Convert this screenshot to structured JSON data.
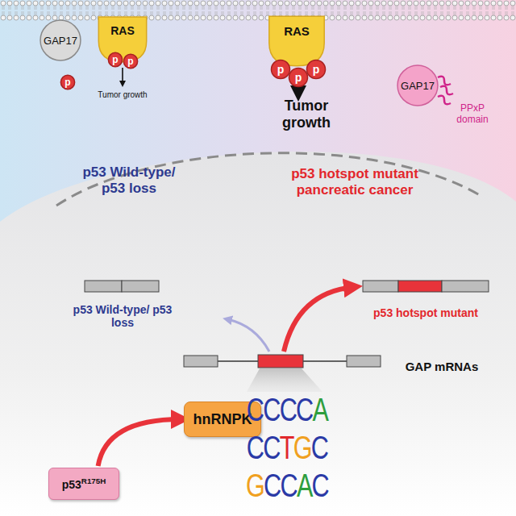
{
  "diagram": {
    "nodes": [
      {
        "text": [
          "GAP17"
        ]
      },
      {
        "text": [
          "RAS"
        ]
      },
      {
        "text": [
          "p"
        ]
      },
      {
        "text": [
          "p"
        ]
      },
      {
        "text": [
          "p"
        ]
      },
      {
        "text": [
          "RAS"
        ]
      },
      {
        "text": [
          "p"
        ]
      },
      {
        "text": [
          "p"
        ]
      },
      {
        "text": [
          "p"
        ]
      },
      {
        "text": [
          "GAP17"
        ]
      },
      {
        "text": [
          "hnRNPK"
        ]
      },
      {
        "text": [
          "p53",
          "R175H"
        ]
      }
    ],
    "edges": [
      {
        "from": 11,
        "to": 10,
        "arrow": "to"
      }
    ],
    "labels": [
      "Tumor growth",
      "Tumor growth",
      "p53 Wild-type/ p53 loss",
      "p53 hotspot mutant pancreatic cancer",
      "PPxP domain",
      "p53 Wild-type/ p53 loss",
      "p53 hotspot mutant",
      "GAP mRNAs",
      "CCCCA",
      "CCTGC",
      "GCCAC"
    ]
  }
}
